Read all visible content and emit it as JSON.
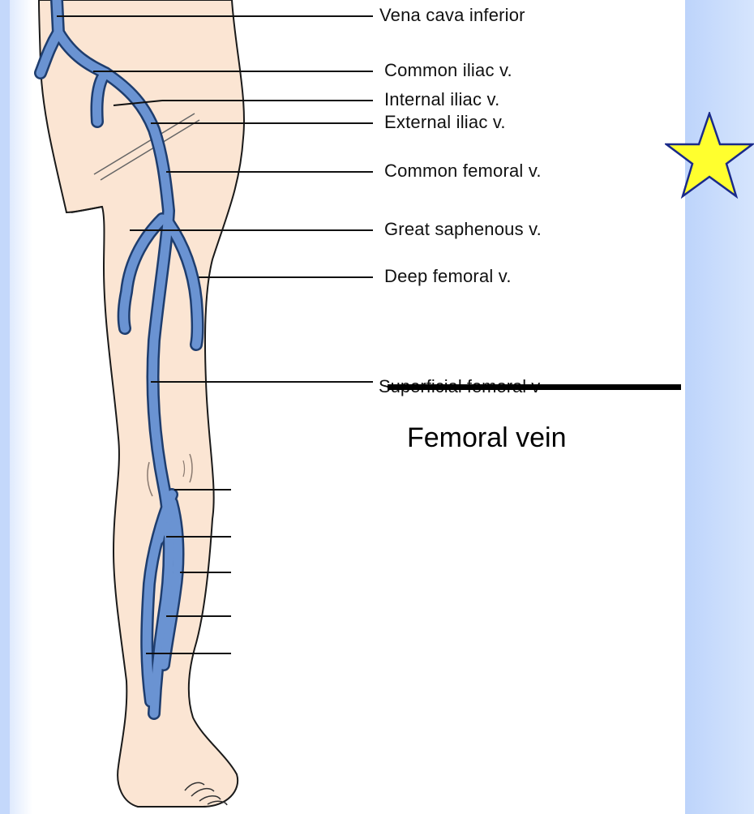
{
  "labels": {
    "vena_cava_inferior": "Vena cava inferior",
    "common_iliac": "Common iliac v.",
    "internal_iliac": "Internal iliac v.",
    "external_iliac": "External iliac v.",
    "common_femoral": "Common femoral v.",
    "great_saphenous": "Great saphenous v.",
    "deep_femoral": "Deep femoral v.",
    "superficial_femoral_struck": "Superficial femoral v",
    "femoral_vein_correction": "Femoral vein"
  },
  "colors": {
    "vein_fill": "#6a93d2",
    "vein_outline": "#1e3d6e",
    "skin": "#fbe5d3",
    "star_fill": "#ffff2e",
    "star_outline": "#1a2a8a",
    "background_accent": "#c4d8fb"
  },
  "icons": {
    "marker": "star-icon"
  }
}
